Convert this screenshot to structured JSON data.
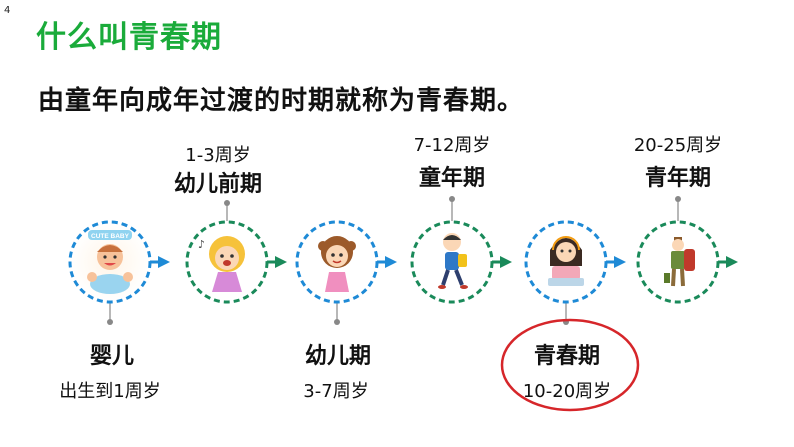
{
  "page_number": "4",
  "title": "什么叫青春期",
  "subtitle": "由童年向成年过渡的时期就称为青春期。",
  "stages": [
    {
      "name": "婴儿",
      "range": "出生到1周岁",
      "icon": "baby-icon",
      "badge": "CUTE BABY"
    },
    {
      "name": "幼儿前期",
      "range": "1-3周岁",
      "icon": "toddler-girl-icon"
    },
    {
      "name": "幼儿期",
      "range": "3-7周岁",
      "icon": "young-girl-icon"
    },
    {
      "name": "童年期",
      "range": "7-12周岁",
      "icon": "schoolboy-icon"
    },
    {
      "name": "青春期",
      "range": "10-20周岁",
      "icon": "teen-girl-icon"
    },
    {
      "name": "青年期",
      "range": "20-25周岁",
      "icon": "backpacker-icon"
    }
  ],
  "colors": {
    "title_green": "#1aab3a",
    "circle_blue": "#1e8ad6",
    "circle_green": "#1a8a5a",
    "highlight_red": "#d6262a"
  }
}
